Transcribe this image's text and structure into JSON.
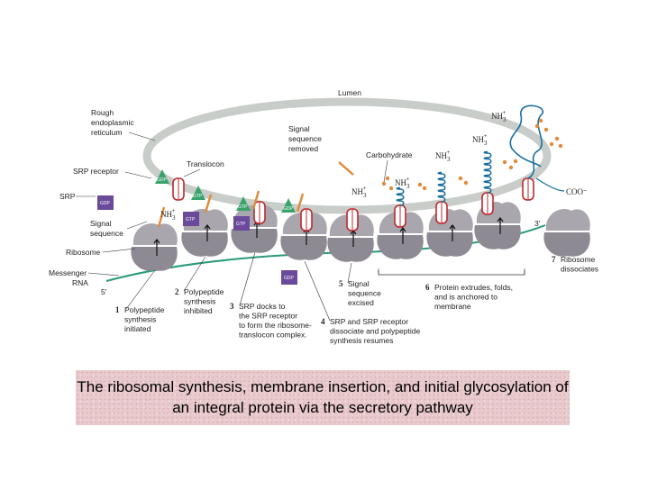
{
  "labels": {
    "lumen": "Lumen",
    "rough_er": [
      "Rough",
      "endoplasmic",
      "reticulum"
    ],
    "signal_removed": [
      "Signal",
      "sequence",
      "removed"
    ],
    "translocon": "Translocon",
    "carbohydrate": "Carbohydrate",
    "srp_receptor": "SRP receptor",
    "srp": "SRP",
    "signal_sequence": [
      "Signal",
      "sequence"
    ],
    "ribosome": "Ribosome",
    "mrna": [
      "Messenger",
      "RNA"
    ],
    "five_prime": "5′",
    "three_prime": "3′",
    "coo": "COO⁻",
    "nh3": "NH",
    "nh3_sub": "3",
    "nh3_sup": "+",
    "gdp": "GDP",
    "gtp": "GTP"
  },
  "steps": [
    {
      "num": "1",
      "lines": [
        "Polypeptide",
        "synthesis",
        "initiated"
      ]
    },
    {
      "num": "2",
      "lines": [
        "Polypeptide",
        "synthesis",
        "inhibited"
      ]
    },
    {
      "num": "3",
      "lines": [
        "SRP docks to",
        "the SRP receptor",
        "to form the ribosome-",
        "translocon complex."
      ]
    },
    {
      "num": "4",
      "lines": [
        "SRP and SRP receptor",
        "dissociate and polypeptide",
        "synthesis resumes"
      ]
    },
    {
      "num": "5",
      "lines": [
        "Signal",
        "sequence",
        "excised"
      ]
    },
    {
      "num": "6",
      "lines": [
        "Protein extrudes, folds,",
        "and is anchored to",
        "membrane"
      ]
    },
    {
      "num": "7",
      "lines": [
        "Ribosome",
        "dissociates"
      ]
    }
  ],
  "caption": "The ribosomal synthesis, membrane insertion, and initial glycosylation of an integral protein via the secretory pathway",
  "colors": {
    "membrane": "#c8cdc9",
    "ribosome": "#a9a6ad",
    "ribosome_dark": "#8e8a94",
    "mrna": "#2a9a7a",
    "srp_receptor": "#3aa36b",
    "srp_purple": "#6b4a9c",
    "translocon": "#c0272d",
    "signal": "#e38a3a",
    "protein": "#1a6fa0",
    "carbohydrate": "#e38a3a"
  }
}
